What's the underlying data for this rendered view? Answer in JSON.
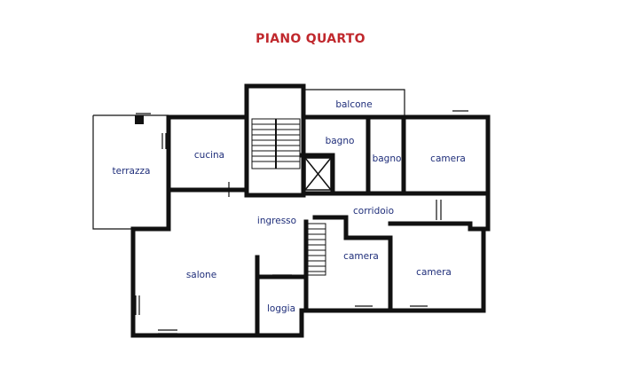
{
  "title": "PIANO QUARTO",
  "colors": {
    "title": "#c0282d",
    "labels": "#1f2e7a",
    "walls": "#111111"
  },
  "rooms": {
    "balcone": "balcone",
    "bagno1": "bagno",
    "bagno2": "bagno",
    "camera1": "camera",
    "terrazza": "terrazza",
    "cucina": "cucina",
    "ingresso": "ingresso",
    "corridoio": "corridoio",
    "camera2": "camera",
    "camera3": "camera",
    "salone": "salone",
    "loggia": "loggia"
  }
}
